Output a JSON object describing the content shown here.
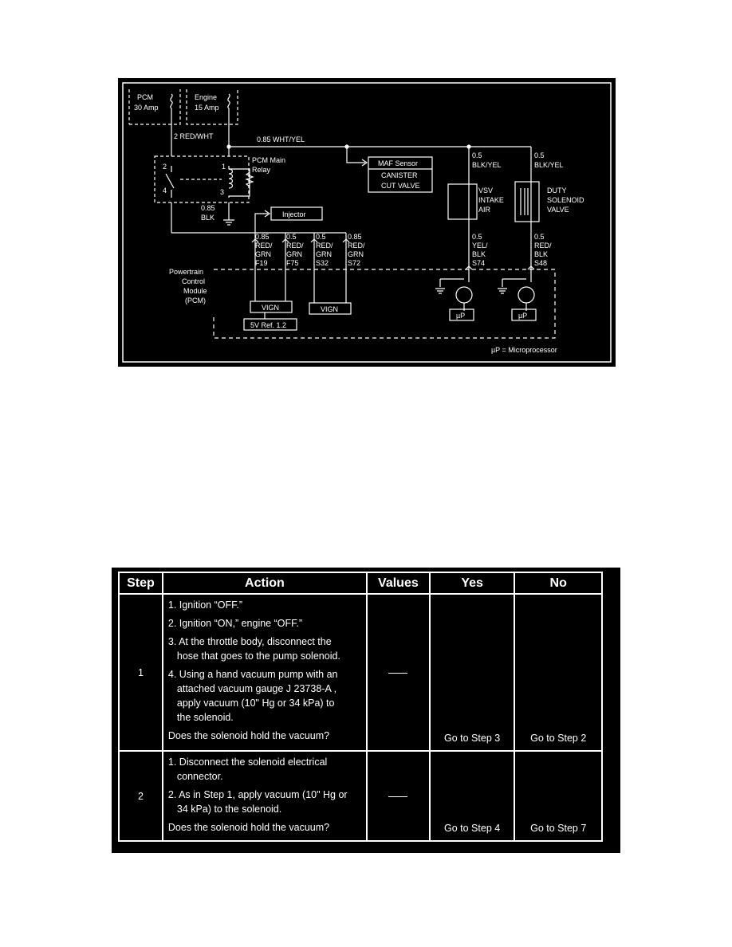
{
  "diagram": {
    "fuses": [
      {
        "line1": "PCM",
        "line2": "30 Amp"
      },
      {
        "line1": "Engine",
        "line2": "15 Amp"
      }
    ],
    "wire_red_wht": "2 RED/WHT",
    "wire_wht_yel": "0.85 WHT/YEL",
    "relay_label_1": "PCM Main",
    "relay_label_2": "Relay",
    "pin_1": "1",
    "pin_2": "2",
    "pin_3": "3",
    "pin_4": "4",
    "ground_wire_1": "0.85",
    "ground_wire_2": "BLK",
    "maf_sensor": "MAF Sensor",
    "canister_1": "CANISTER",
    "canister_2": "CUT VALVE",
    "injector": "Injector",
    "vsv_wire_1": "0.5",
    "vsv_wire_2": "BLK/YEL",
    "vsv_label": [
      "VSV",
      "INTAKE",
      "AIR"
    ],
    "duty_wire_1": "0.5",
    "duty_wire_2": "BLK/YEL",
    "duty_label": [
      "DUTY",
      "SOLENOID",
      "VALVE"
    ],
    "pcm_pins": [
      {
        "lines": [
          "0.85",
          "RED/",
          "GRN",
          "F19"
        ]
      },
      {
        "lines": [
          "0.5",
          "RED/",
          "GRN",
          "F75"
        ]
      },
      {
        "lines": [
          "0.5",
          "RED/",
          "GRN",
          "S32"
        ]
      },
      {
        "lines": [
          "0.85",
          "RED/",
          "GRN",
          "S72"
        ]
      },
      {
        "lines": [
          "0.5",
          "YEL/",
          "BLK",
          "S74"
        ]
      },
      {
        "lines": [
          "0.5",
          "RED/",
          "BLK",
          "S48"
        ]
      }
    ],
    "pcm_label": [
      "Powertrain",
      "Control",
      "Module",
      "(PCM)"
    ],
    "vign_1": "VIGN",
    "vign_2": "VIGN",
    "five_v_ref": "5V Ref. 1.2",
    "up_1": "µP",
    "up_2": "µP",
    "footnote": "µP = Microprocessor"
  },
  "table": {
    "headers": [
      "Step",
      "Action",
      "Values",
      "Yes",
      "No"
    ],
    "rows": [
      {
        "step": "1",
        "actions": [
          [
            "1. Ignition “OFF.”"
          ],
          [
            "2. Ignition “ON,” engine “OFF.”"
          ],
          [
            "3. At the throttle body, disconnect the",
            "hose that goes to the pump solenoid."
          ],
          [
            "4. Using a hand vacuum pump with an",
            "attached vacuum gauge J 23738-A ,",
            "apply vacuum (10\" Hg or 34 kPa) to",
            "the solenoid."
          ]
        ],
        "question": "Does the solenoid hold the vacuum?",
        "yes": "Go to Step 3",
        "no": "Go to Step 2"
      },
      {
        "step": "2",
        "actions": [
          [
            "1. Disconnect the solenoid electrical",
            "connector."
          ],
          [
            "2. As in Step 1, apply vacuum (10\" Hg or",
            "34 kPa) to the solenoid."
          ]
        ],
        "question": "Does the solenoid hold the vacuum?",
        "yes": "Go to Step 4",
        "no": "Go to Step 7"
      }
    ]
  }
}
